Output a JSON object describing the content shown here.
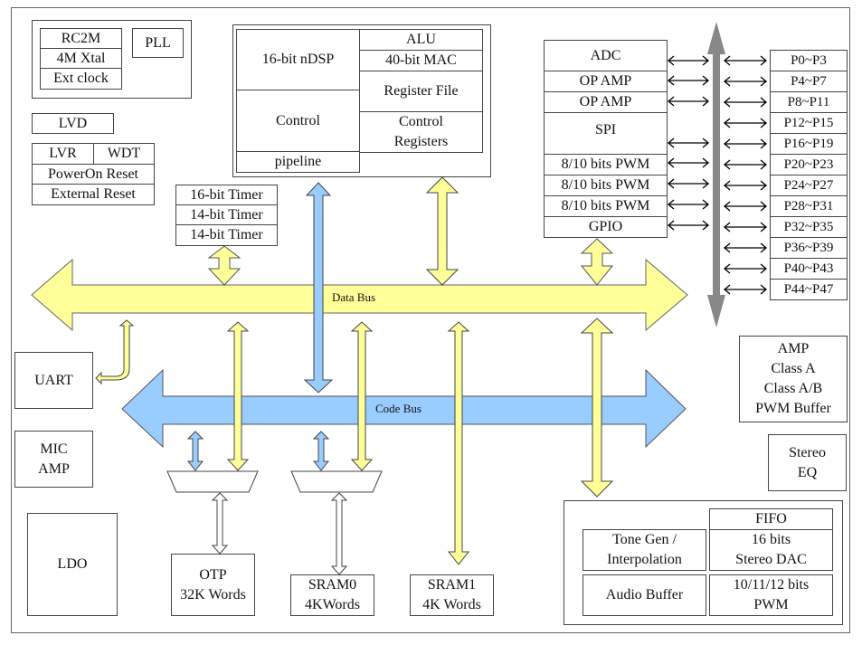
{
  "colors": {
    "data_bus": "#ffff99",
    "code_bus": "#99ccff",
    "port_bus": "#888888",
    "border": "#444444"
  },
  "clock": {
    "sources": [
      "RC2M",
      "4M Xtal",
      "Ext clock"
    ],
    "pll": "PLL"
  },
  "lvd": "LVD",
  "reset": {
    "lvr": "LVR",
    "wdt": "WDT",
    "poweron": "PowerOn Reset",
    "external": "External Reset"
  },
  "timers": [
    "16-bit Timer",
    "14-bit Timer",
    "14-bit Timer"
  ],
  "dsp": {
    "core": "16-bit nDSP",
    "control": "Control",
    "pipeline": "pipeline",
    "alu": "ALU",
    "mac": "40-bit MAC",
    "regfile": "Register File",
    "ctrl_regs": "Control\nRegisters"
  },
  "peripherals": [
    "ADC",
    "OP AMP",
    "OP AMP",
    "SPI",
    "8/10 bits PWM",
    "8/10 bits PWM",
    "8/10 bits PWM",
    "GPIO"
  ],
  "ports": [
    "P0~P3",
    "P4~P7",
    "P8~P11",
    "P12~P15",
    "P16~P19",
    "P20~P23",
    "P24~P27",
    "P28~P31",
    "P32~P35",
    "P36~P39",
    "P40~P43",
    "P44~P47"
  ],
  "buses": {
    "data": "Data Bus",
    "code": "Code Bus"
  },
  "uart": "UART",
  "mic_amp": "MIC\nAMP",
  "ldo": "LDO",
  "otp": "OTP\n32K Words",
  "sram0": "SRAM0\n4KWords",
  "sram1": "SRAM1\n4K Words",
  "amp": "AMP\nClass A\nClass A/B\nPWM Buffer",
  "stereo_eq": "Stereo\nEQ",
  "audio": {
    "fifo": "FIFO",
    "dac": "16 bits\nStereo DAC",
    "tone": "Tone Gen /\nInterpolation",
    "buffer": "Audio Buffer",
    "pwm": "10/11/12 bits\nPWM"
  }
}
